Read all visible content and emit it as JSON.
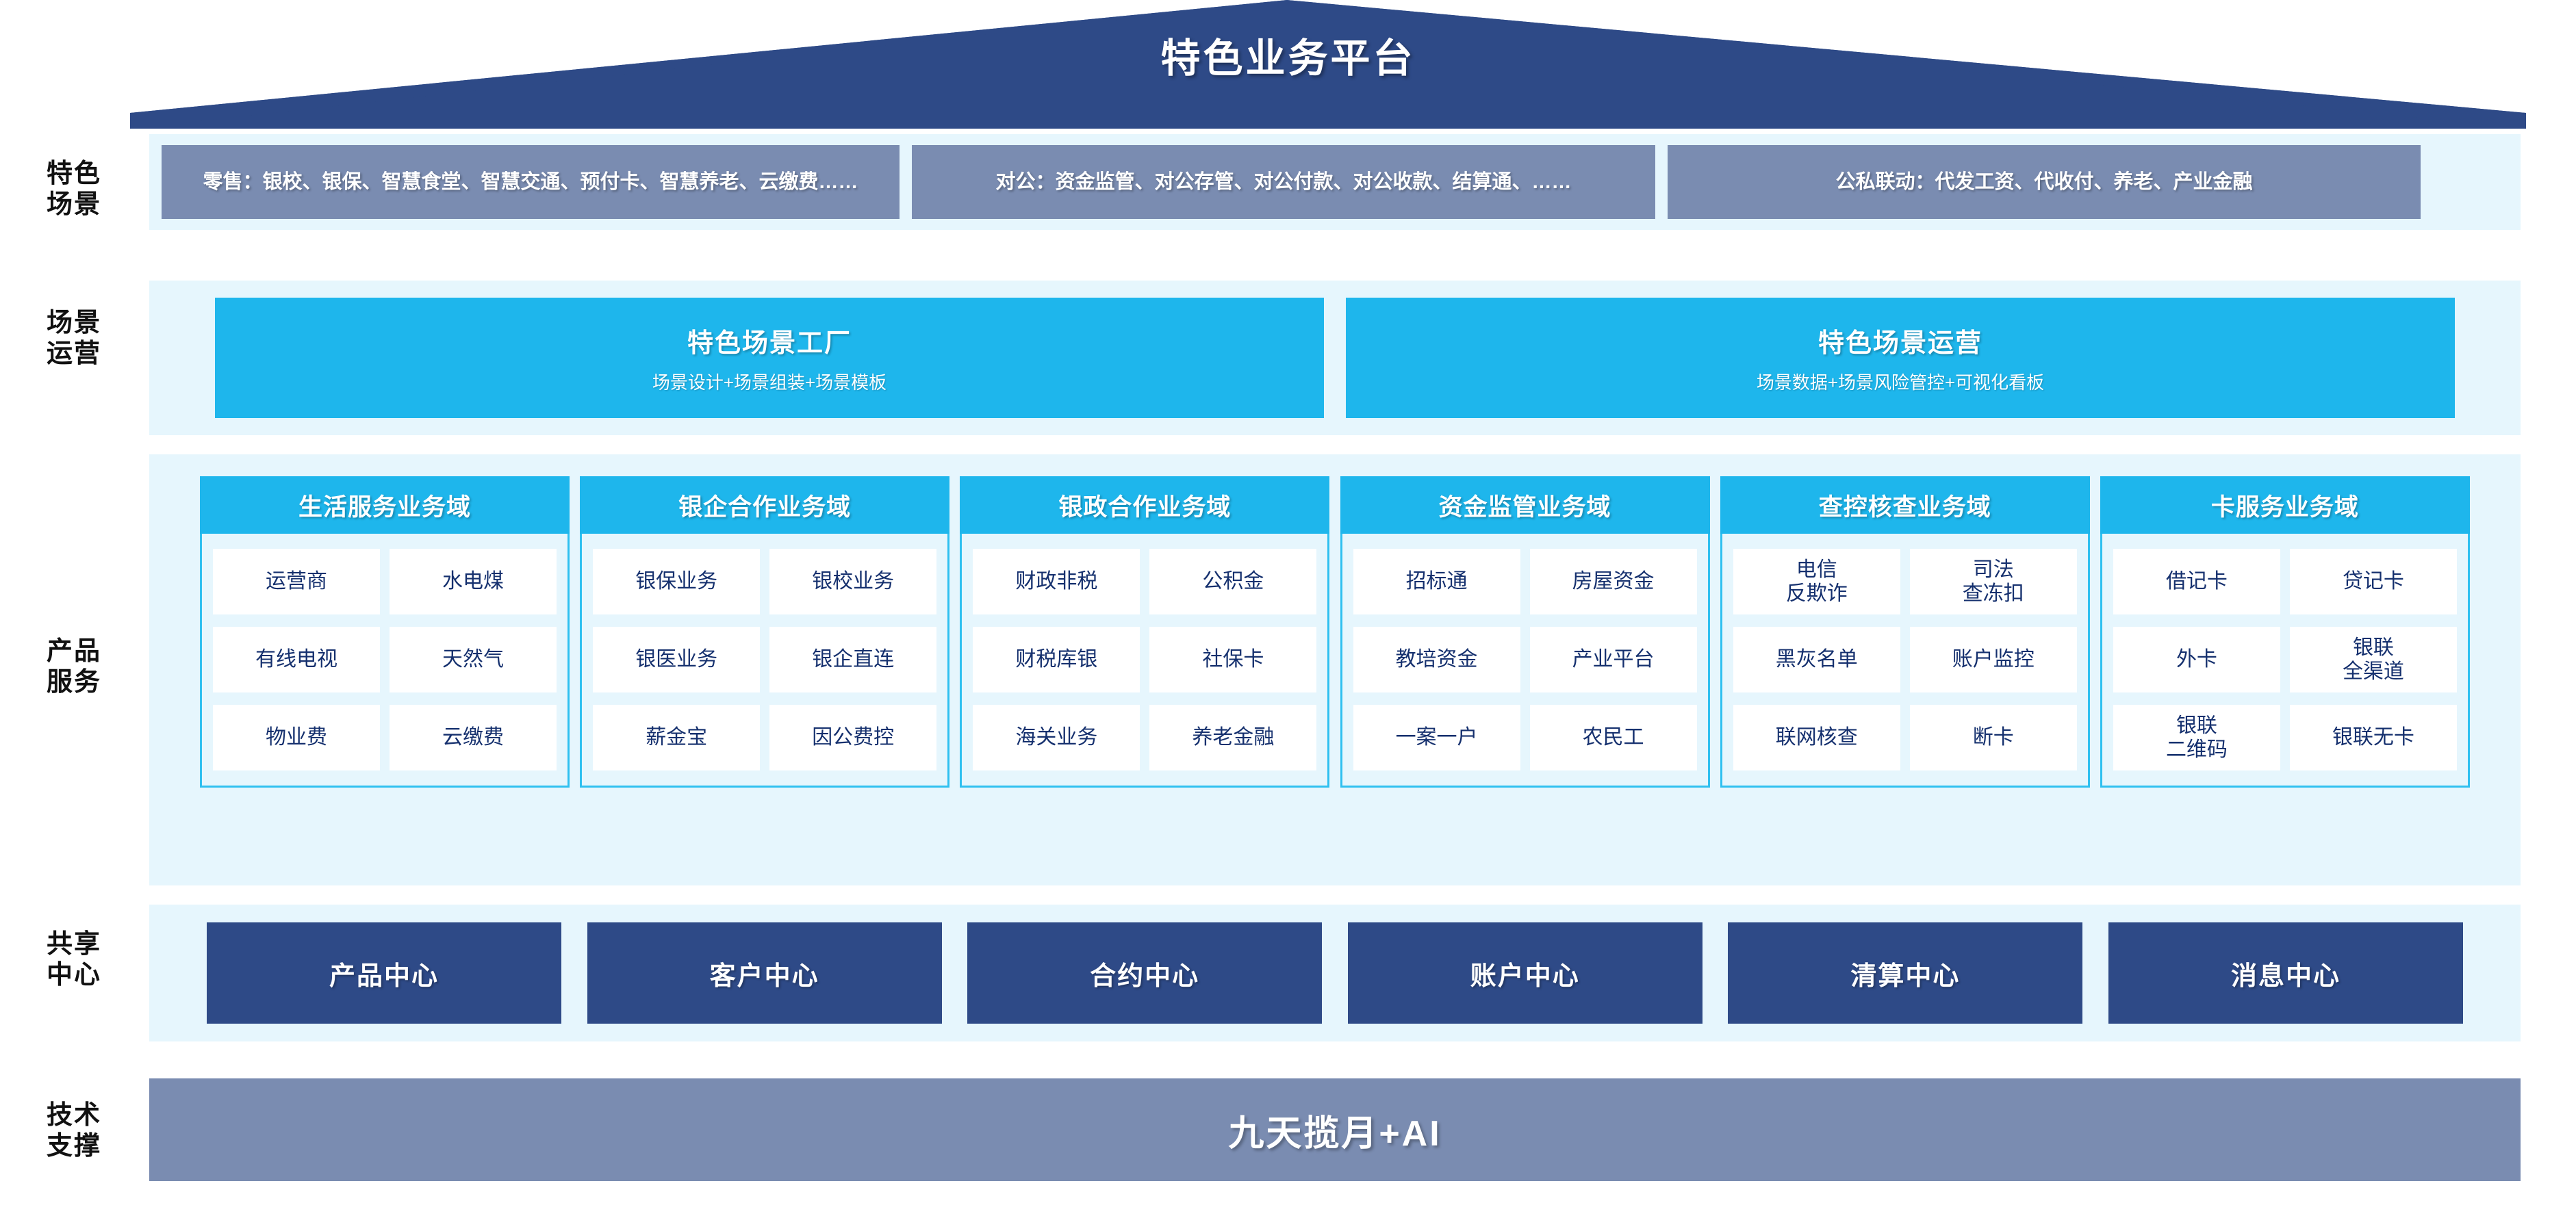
{
  "colors": {
    "roof_navy": "#2e4a87",
    "band_light": "#e6f6fd",
    "slate_blue": "#7a8cb1",
    "cyan": "#1eb6ec",
    "cyan_border": "#2fc0f0",
    "chip_text": "#15306e",
    "deep_navy": "#2e4a87"
  },
  "header": {
    "title": "特色业务平台"
  },
  "rows": {
    "scene_label": "特色\n场景",
    "ops_label": "场景\n运营",
    "product_label": "产品\n服务",
    "share_label": "共享\n中心",
    "tech_label": "技术\n支撑"
  },
  "scene": {
    "cards": [
      {
        "text": "零售：银校、银保、智慧食堂、智慧交通、预付卡、智慧养老、云缴费……"
      },
      {
        "text": "对公：资金监管、对公存管、对公付款、对公收款、结算通、……"
      },
      {
        "text": "公私联动：代发工资、代收付、养老、产业金融"
      }
    ]
  },
  "operations": {
    "cards": [
      {
        "title": "特色场景工厂",
        "subtitle": "场景设计+场景组装+场景模板"
      },
      {
        "title": "特色场景运营",
        "subtitle": "场景数据+场景风险管控+可视化看板"
      }
    ]
  },
  "products": {
    "domains": [
      {
        "title": "生活服务业务域",
        "items": [
          "运营商",
          "水电煤",
          "有线电视",
          "天然气",
          "物业费",
          "云缴费"
        ]
      },
      {
        "title": "银企合作业务域",
        "items": [
          "银保业务",
          "银校业务",
          "银医业务",
          "银企直连",
          "薪金宝",
          "因公费控"
        ]
      },
      {
        "title": "银政合作业务域",
        "items": [
          "财政非税",
          "公积金",
          "财税库银",
          "社保卡",
          "海关业务",
          "养老金融"
        ]
      },
      {
        "title": "资金监管业务域",
        "items": [
          "招标通",
          "房屋资金",
          "教培资金",
          "产业平台",
          "一案一户",
          "农民工"
        ]
      },
      {
        "title": "查控核查业务域",
        "items": [
          "电信\n反欺诈",
          "司法\n查冻扣",
          "黑灰名单",
          "账户监控",
          "联网核查",
          "断卡"
        ]
      },
      {
        "title": "卡服务业务域",
        "items": [
          "借记卡",
          "贷记卡",
          "外卡",
          "银联\n全渠道",
          "银联\n二维码",
          "银联无卡"
        ]
      }
    ]
  },
  "share_centers": {
    "cards": [
      "产品中心",
      "客户中心",
      "合约中心",
      "账户中心",
      "清算中心",
      "消息中心"
    ]
  },
  "tech_support": {
    "label": "九天揽月+AI"
  }
}
